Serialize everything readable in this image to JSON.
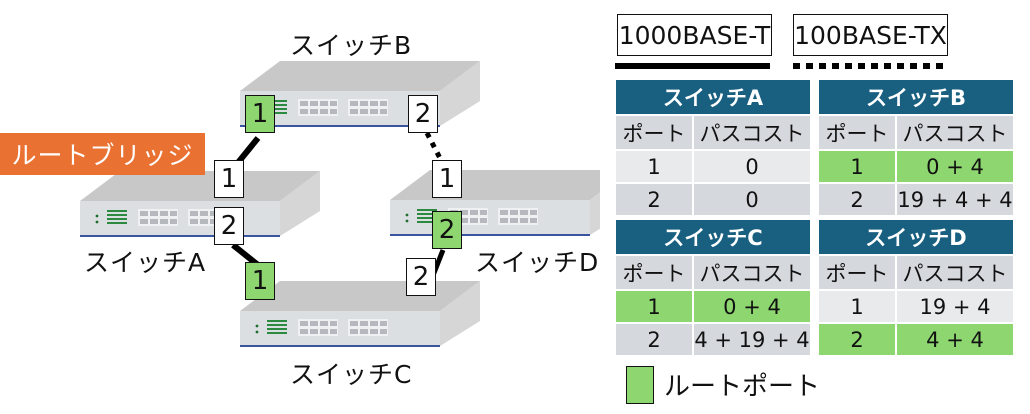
{
  "switches": {
    "A": {
      "label": "スイッチA"
    },
    "B": {
      "label": "スイッチB"
    },
    "C": {
      "label": "スイッチC"
    },
    "D": {
      "label": "スイッチD"
    }
  },
  "root_bridge_label": "ルートブリッジ",
  "ports": {
    "A1": {
      "num": "1",
      "root": false
    },
    "A2": {
      "num": "2",
      "root": false
    },
    "B1": {
      "num": "1",
      "root": true
    },
    "B2": {
      "num": "2",
      "root": false
    },
    "C1": {
      "num": "1",
      "root": true
    },
    "C2": {
      "num": "2",
      "root": false
    },
    "D1": {
      "num": "1",
      "root": false
    },
    "D2": {
      "num": "2",
      "root": true
    }
  },
  "links": [
    {
      "from": "A1",
      "to": "B1",
      "type": "1000BASE-T"
    },
    {
      "from": "A2",
      "to": "C1",
      "type": "1000BASE-T"
    },
    {
      "from": "B2",
      "to": "D1",
      "type": "100BASE-TX"
    },
    {
      "from": "C2",
      "to": "D2",
      "type": "1000BASE-T"
    }
  ],
  "legend": {
    "solid_label": "1000BASE-T",
    "dashed_label": "100BASE-TX",
    "root_port_label": "ルートポート"
  },
  "tables": {
    "col_port": "ポート",
    "col_cost": "パスコスト",
    "A": {
      "title": "スイッチA",
      "rows": [
        {
          "port": "1",
          "cost": "0",
          "root": false
        },
        {
          "port": "2",
          "cost": "0",
          "root": false
        }
      ]
    },
    "B": {
      "title": "スイッチB",
      "rows": [
        {
          "port": "1",
          "cost": "0 + 4",
          "root": true
        },
        {
          "port": "2",
          "cost": "19 + 4 + 4",
          "root": false
        }
      ]
    },
    "C": {
      "title": "スイッチC",
      "rows": [
        {
          "port": "1",
          "cost": "0 + 4",
          "root": true
        },
        {
          "port": "2",
          "cost": "4 + 19 + 4",
          "root": false
        }
      ]
    },
    "D": {
      "title": "スイッチD",
      "rows": [
        {
          "port": "1",
          "cost": "19 + 4",
          "root": false
        },
        {
          "port": "2",
          "cost": "4 + 4",
          "root": true
        }
      ]
    }
  },
  "colors": {
    "root_port": "#8ed66f",
    "root_bridge": "#e97132",
    "table_header": "#185f80"
  }
}
